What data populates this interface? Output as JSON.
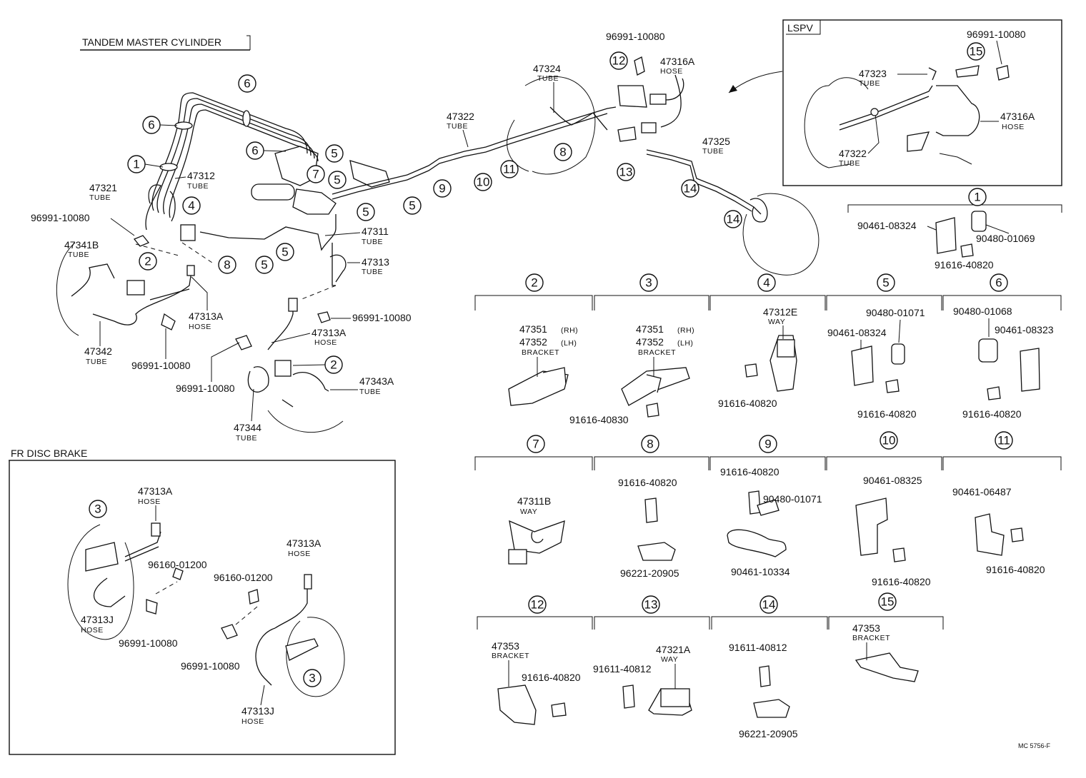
{
  "sections": {
    "tandem": "TANDEM MASTER CYLINDER",
    "lspv": "LSPV",
    "fr_disc": "FR DISC BRAKE"
  },
  "callout_numbers": [
    "1",
    "2",
    "3",
    "4",
    "5",
    "6",
    "7",
    "8",
    "9",
    "10",
    "11",
    "12",
    "13",
    "14",
    "15"
  ],
  "main_labels": {
    "p47321": "47321",
    "p47312": "47312",
    "p96991_a": "96991-10080",
    "p47341B": "47341B",
    "p47342": "47342",
    "p96991_b": "96991-10080",
    "p47313A_a": "47313A",
    "p47311": "47311",
    "p47313": "47313",
    "p96991_c": "96991-10080",
    "p47313A_b": "47313A",
    "p96991_d": "96991-10080",
    "p47343A": "47343A",
    "p47344": "47344",
    "p47322": "47322",
    "p47324": "47324",
    "p96991_e": "96991-10080",
    "p47316A": "47316A",
    "p47325": "47325"
  },
  "lspv_labels": {
    "p96991": "96991-10080",
    "p47323": "47323",
    "p47316A": "47316A",
    "p47322": "47322"
  },
  "fr_labels": {
    "p47313A_a": "47313A",
    "p96160_a": "96160-01200",
    "p47313J_a": "47313J",
    "p96991_a": "96991-10080",
    "p96160_b": "96160-01200",
    "p47313A_b": "47313A",
    "p96991_b": "96991-10080",
    "p47313J_b": "47313J"
  },
  "kinds": {
    "tube": "TUBE",
    "hose": "HOSE",
    "bracket": "BRACKET",
    "way": "WAY"
  },
  "detail_labels": {
    "d1_a": "90461-08324",
    "d1_b": "90480-01069",
    "d1_c": "91616-40820",
    "d2_a": "47351",
    "d2_a_s": "(RH)",
    "d2_b": "47352",
    "d2_b_s": "(LH)",
    "d3_a": "47351",
    "d3_a_s": "(RH)",
    "d3_b": "47352",
    "d3_b_s": "(LH)",
    "d3_c": "91616-40830",
    "d4_a": "47312E",
    "d4_b": "91616-40820",
    "d5_a": "90480-01071",
    "d5_b": "90461-08324",
    "d5_c": "91616-40820",
    "d6_a": "90480-01068",
    "d6_b": "90461-08323",
    "d6_c": "91616-40820",
    "d7_a": "47311B",
    "d8_a": "91616-40820",
    "d8_b": "96221-20905",
    "d9_a": "91616-40820",
    "d9_b": "90480-01071",
    "d9_c": "90461-10334",
    "d10_a": "90461-08325",
    "d10_b": "91616-40820",
    "d11_a": "90461-06487",
    "d11_b": "91616-40820",
    "d12_a": "47353",
    "d12_b": "91616-40820",
    "d13_a": "47321A",
    "d13_b": "91611-40812",
    "d14_a": "91611-40812",
    "d14_b": "96221-20905",
    "d15_a": "47353"
  },
  "footer_code": "MC 5756-F"
}
